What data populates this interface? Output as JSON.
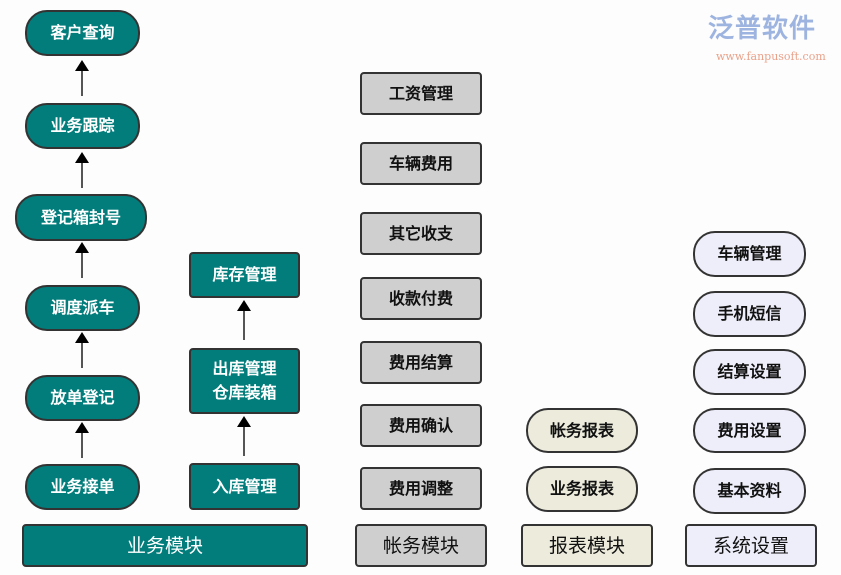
{
  "business": {
    "nodes": [
      "客户查询",
      "业务跟踪",
      "登记箱封号",
      "调度派车",
      "放单登记",
      "业务接单"
    ],
    "warehouse": [
      "库存管理",
      "出库管理",
      "仓库装箱",
      "入库管理"
    ],
    "module": "业务模块"
  },
  "accounts": {
    "nodes": [
      "工资管理",
      "车辆费用",
      "其它收支",
      "收款付费",
      "费用结算",
      "费用确认",
      "费用调整"
    ],
    "module": "帐务模块"
  },
  "reports": {
    "nodes": [
      "帐务报表",
      "业务报表"
    ],
    "module": "报表模块"
  },
  "system": {
    "nodes": [
      "车辆管理",
      "手机短信",
      "结算设置",
      "费用设置",
      "基本资料"
    ],
    "module": "系统设置"
  },
  "watermark": {
    "brand": "泛普软件",
    "url": "www.fanpusoft.com"
  },
  "colors": {
    "teal": "#027d7b",
    "gray": "#cfcfcf",
    "beige": "#ecebdc",
    "lavender": "#eeeefa"
  }
}
